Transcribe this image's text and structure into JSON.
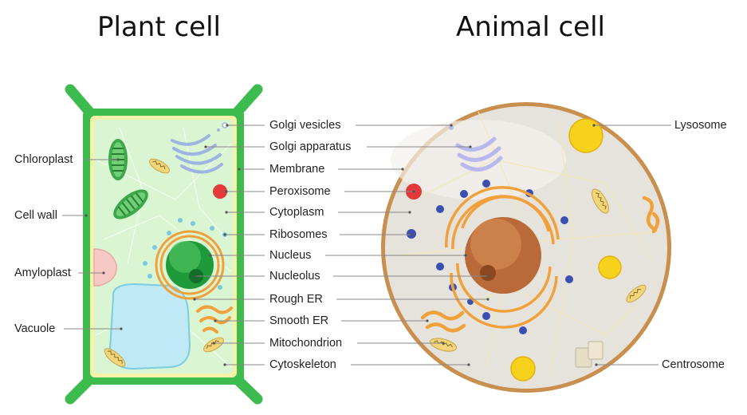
{
  "titles": {
    "plant": "Plant cell",
    "animal": "Animal cell"
  },
  "plant_labels": {
    "chloroplast": "Chloroplast",
    "cell_wall": "Cell wall",
    "amyloplast": "Amyloplast",
    "vacuole": "Vacuole"
  },
  "center_labels": {
    "golgi_vesicles": "Golgi vesicles",
    "golgi_apparatus": "Golgi apparatus",
    "membrane": "Membrane",
    "peroxisome": "Peroxisome",
    "cytoplasm": "Cytoplasm",
    "ribosomes": "Ribosomes",
    "nucleus": "Nucleus",
    "nucleolus": "Nucleolus",
    "rough_er": "Rough ER",
    "smooth_er": "Smooth ER",
    "mitochondrion": "Mitochondrion",
    "cytoskeleton": "Cytoskeleton"
  },
  "animal_labels": {
    "lysosome": "Lysosome",
    "centrosome": "Centrosome"
  },
  "colors": {
    "cell_wall": "#3dbb4f",
    "plant_cytoplasm": "#d9f5d2",
    "chloroplast": "#3da84a",
    "nucleus_plant": "#1f9a3a",
    "vacuole": "#bfe9f5",
    "amyloplast": "#f7c9c4",
    "animal_cytoplasm": "#e6e3dd",
    "animal_membrane": "#c98f4e",
    "nucleus_animal": "#b96a38",
    "er": "#f0a13c",
    "lysosome": "#f7d21c",
    "peroxisome": "#e03a3a",
    "ribosome": "#3a4fb0",
    "golgi": "#b9b8ec"
  }
}
